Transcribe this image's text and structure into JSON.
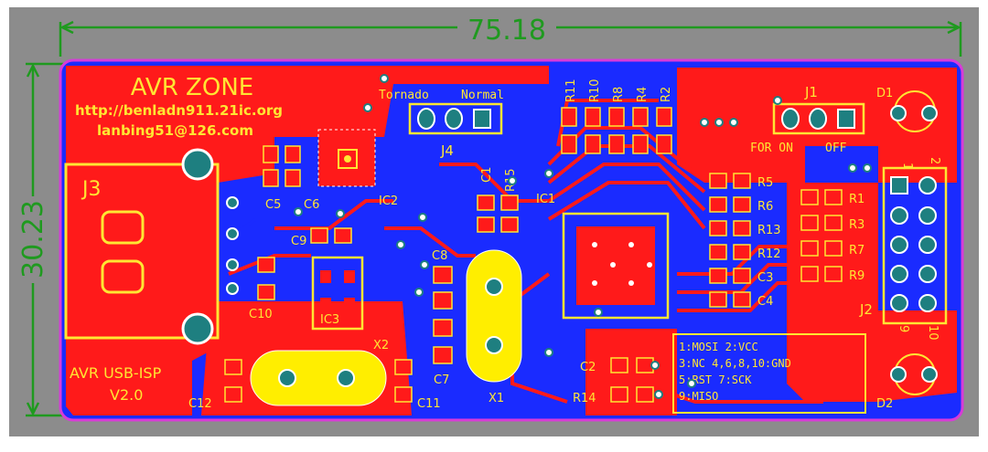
{
  "dimensions": {
    "width": "75.18",
    "height": "30.23"
  },
  "board": {
    "title": "AVR ZONE",
    "url": "http://benladn911.21ic.org",
    "email": "lanbing51@126.com",
    "product": "AVR USB-ISP",
    "version": "V2.0"
  },
  "jumpers": {
    "j4_options": [
      "Tornado",
      "Normal"
    ],
    "j1_options": [
      "FOR ON",
      "OFF"
    ]
  },
  "pinout": {
    "lines": [
      "1:MOSI  2:VCC",
      "3:NC     4,6,8,10:GND",
      "5:RST   7:SCK",
      "9:MISO"
    ]
  },
  "labels": {
    "J3": "J3",
    "J4": "J4",
    "J1": "J1",
    "J2": "J2",
    "D1": "D1",
    "D2": "D2",
    "IC1": "IC1",
    "IC2": "IC2",
    "IC3": "IC3",
    "X1": "X1",
    "X2": "X2",
    "C1": "C1",
    "C2": "C2",
    "C3": "C3",
    "C4": "C4",
    "C5": "C5",
    "C6": "C6",
    "C7": "C7",
    "C8": "C8",
    "C9": "C9",
    "C10": "C10",
    "C11": "C11",
    "C12": "C12",
    "R1": "R1",
    "R2": "R2",
    "R3": "R3",
    "R4": "R4",
    "R5": "R5",
    "R6": "R6",
    "R7": "R7",
    "R8": "R8",
    "R9": "R9",
    "R10": "R10",
    "R11": "R11",
    "R12": "R12",
    "R13": "R13",
    "R14": "R14",
    "R15": "R15",
    "pin1": "1",
    "pin2": "2",
    "pin9": "9",
    "pin10": "10"
  },
  "colors": {
    "background": "#8c8c8c",
    "copper_top": "#ff1a1a",
    "copper_bottom": "#1a2bff",
    "silkscreen": "#ffe633",
    "dimension": "#1f9a1f",
    "outline": "#d83bd8",
    "pad": "#1e7f80"
  }
}
